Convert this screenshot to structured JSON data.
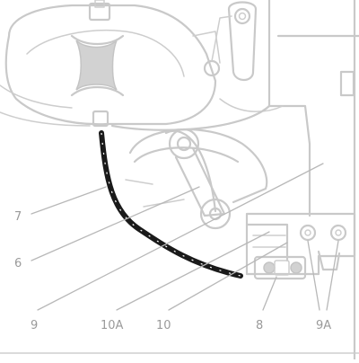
{
  "callouts": [
    {
      "key": "7",
      "label": "7"
    },
    {
      "key": "6",
      "label": "6"
    },
    {
      "key": "9",
      "label": "9"
    },
    {
      "key": "10A",
      "label": "10A"
    },
    {
      "key": "10",
      "label": "10"
    },
    {
      "key": "8",
      "label": "8"
    },
    {
      "key": "9A",
      "label": "9A"
    }
  ],
  "colors": {
    "line_art": "#c9c9c9",
    "highlight_cable": "#1a1a1a",
    "label_text": "#9a9a9a",
    "background": "#ffffff"
  }
}
